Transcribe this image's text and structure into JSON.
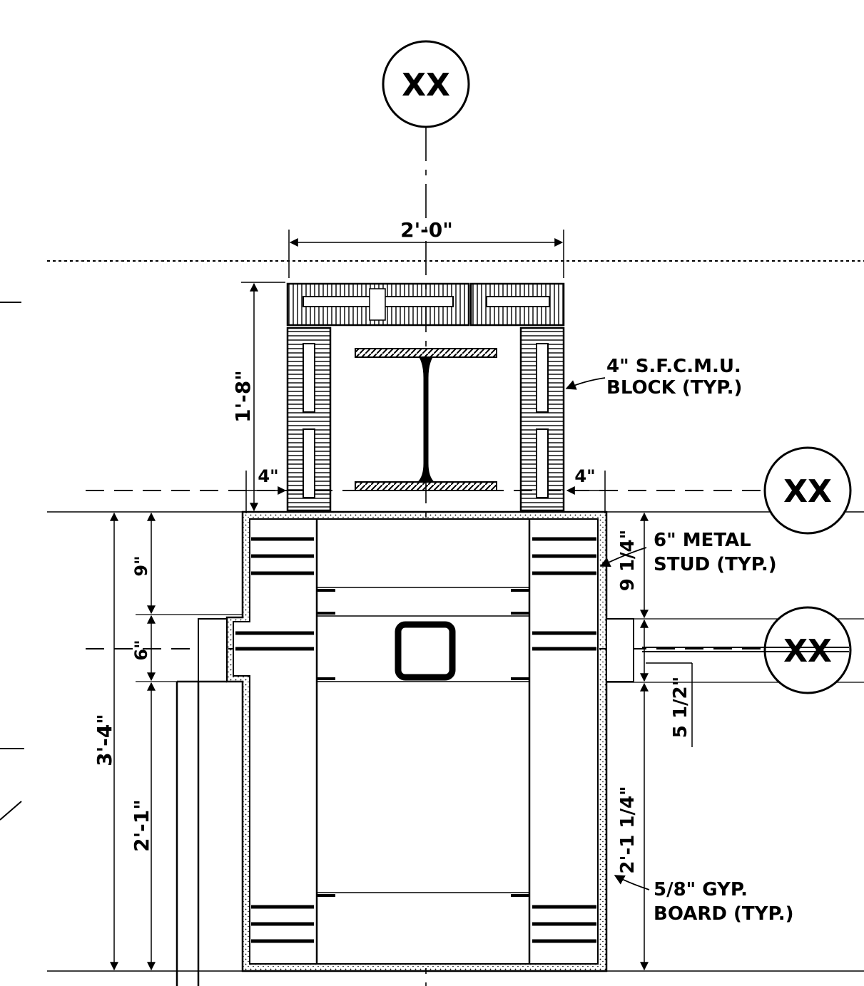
{
  "grid_bubbles": {
    "top": "XX",
    "right_upper": "XX",
    "right_lower": "XX"
  },
  "dimensions": {
    "width_top": "2'-0\"",
    "height_block": "1'-8\"",
    "left_offset": "4\"",
    "right_offset": "4\"",
    "left_9": "9\"",
    "left_6": "6\"",
    "left_overall": "3'-4\"",
    "left_2_1": "2'-1\"",
    "right_9_1_4": "9 1/4\"",
    "right_5_1_2": "5 1/2\"",
    "right_2_1_1_4": "2'-1 1/4\""
  },
  "notes": {
    "cmu_line1": "4\" S.F.C.M.U.",
    "cmu_line2": "BLOCK (TYP.)",
    "stud_line1": "6\" METAL",
    "stud_line2": "STUD (TYP.)",
    "gyp_line1": "5/8\" GYP.",
    "gyp_line2": "BOARD (TYP.)"
  },
  "colors": {
    "ink": "#000000",
    "paper": "#ffffff"
  }
}
